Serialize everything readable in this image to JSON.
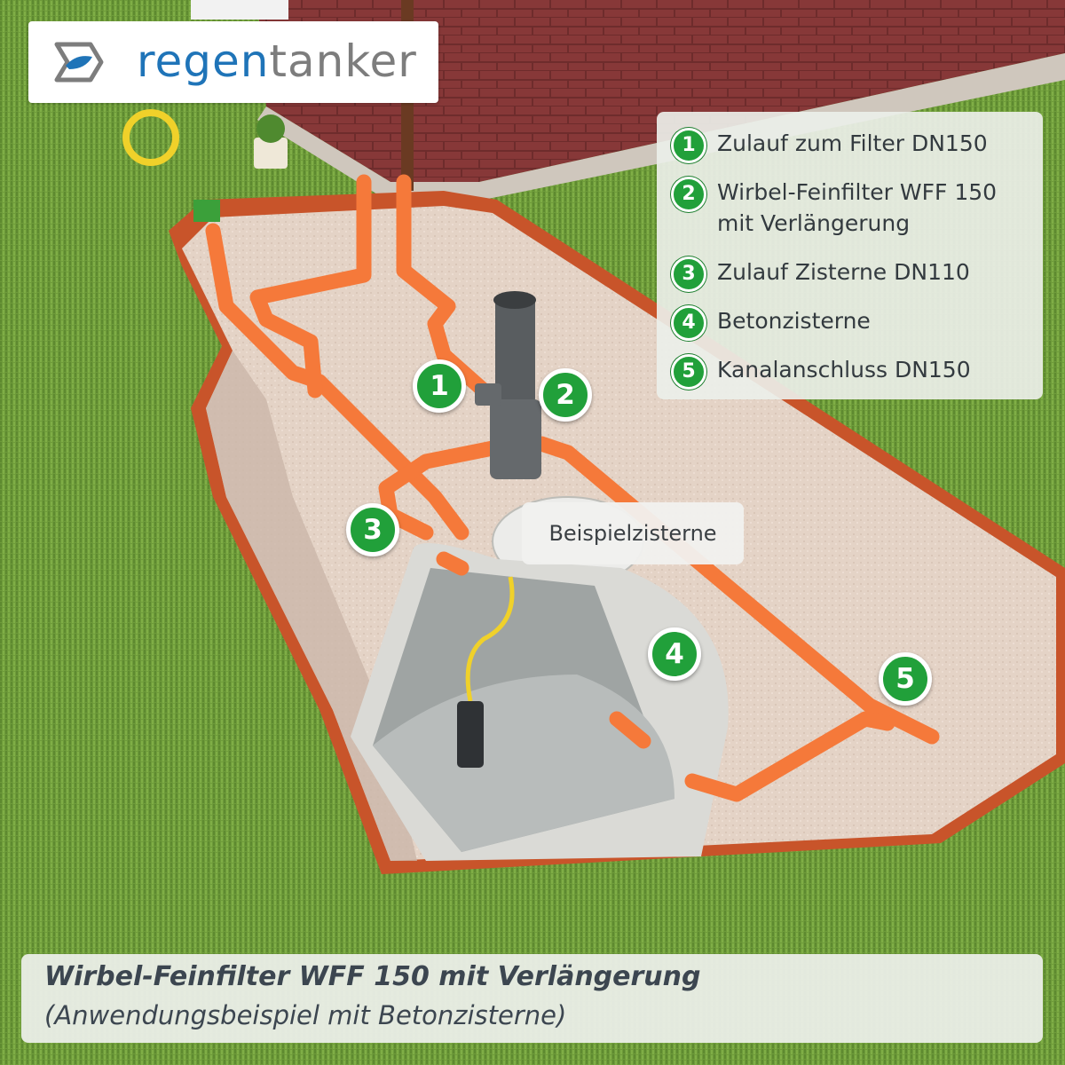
{
  "brand": {
    "name_part_1": "regen",
    "name_part_2": "tanker",
    "logo_icon": "regentanker-logo-icon",
    "colors": {
      "blue": "#1f74b8",
      "gray": "#7d7d7d"
    }
  },
  "legend": {
    "items": [
      {
        "number": "1",
        "label": "Zulauf zum Filter DN150"
      },
      {
        "number": "2",
        "label": "Wirbel-Feinfilter WFF 150 mit Verlängerung"
      },
      {
        "number": "3",
        "label": "Zulauf Zisterne DN110"
      },
      {
        "number": "4",
        "label": "Betonzisterne"
      },
      {
        "number": "5",
        "label": "Kanalanschluss DN150"
      }
    ]
  },
  "markers": [
    {
      "number": "1"
    },
    {
      "number": "2"
    },
    {
      "number": "3"
    },
    {
      "number": "4"
    },
    {
      "number": "5"
    }
  ],
  "callout": {
    "label": "Beispielzisterne"
  },
  "caption": {
    "title": "Wirbel-Feinfilter WFF 150 mit Verlängerung",
    "subtitle": "(Anwendungsbeispiel mit Betonzisterne)"
  },
  "colors": {
    "marker_green": "#21a03a",
    "pipe_orange": "#f5793a",
    "grass": "#6f9a3a",
    "brick": "#8a3a3a",
    "concrete": "#d9c9bd"
  }
}
